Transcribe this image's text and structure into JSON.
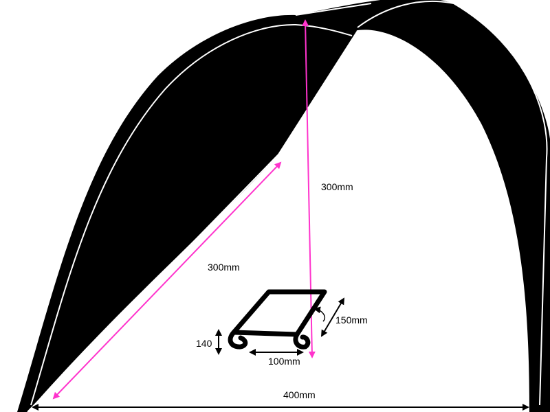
{
  "diagram": {
    "colors": {
      "shape_fill": "#000000",
      "background": "#ffffff",
      "measure_pink": "#ff33cc",
      "measure_black": "#000000"
    },
    "dimensions": {
      "vertical_height": "300mm",
      "diagonal_length": "300mm",
      "base_width": "400mm",
      "stand_depth": "150mm",
      "stand_width": "100mm",
      "stand_height": "140"
    }
  }
}
